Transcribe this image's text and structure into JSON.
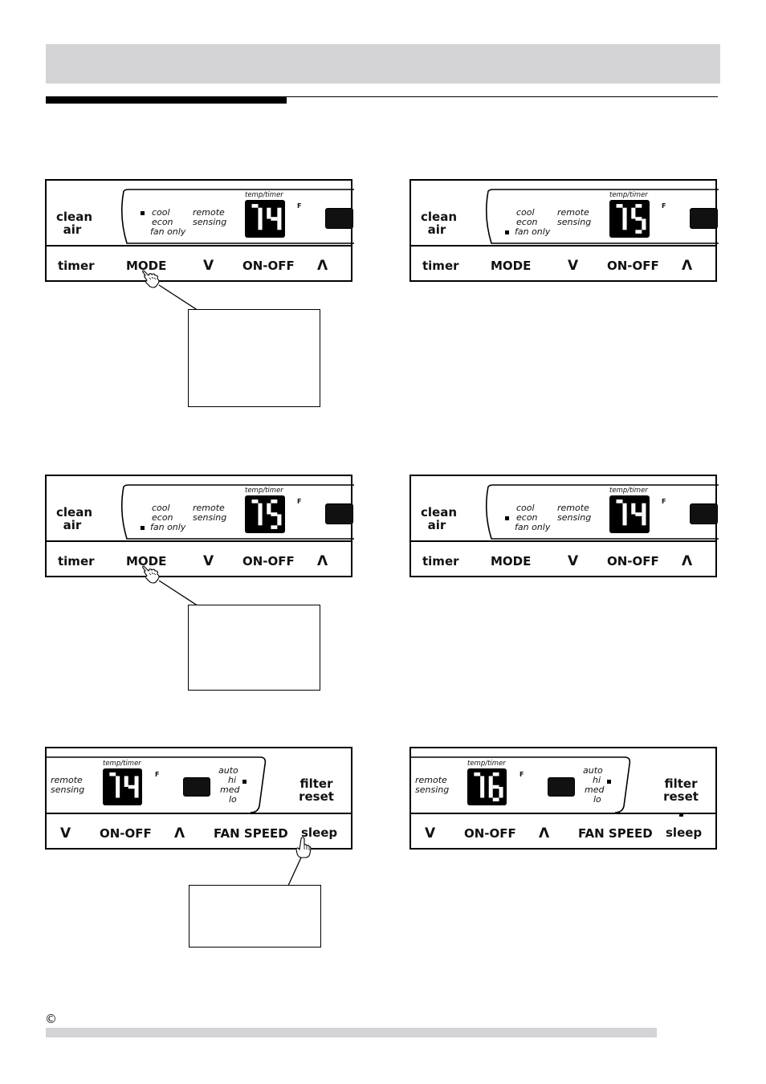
{
  "footer": {
    "copyright_symbol": "©"
  },
  "panels": {
    "p1": {
      "clean": "clean",
      "air": "air",
      "timer": "timer",
      "mode": "MODE",
      "down": "V",
      "onoff": "ON-OFF",
      "up": "Λ",
      "cool": "cool",
      "econ": "econ",
      "fan_only": "fan only",
      "remote": "remote",
      "sensing": "sensing",
      "temp_timer": "temp/timer",
      "unit": "F",
      "display": "74",
      "selected_mode": "cool"
    },
    "p2": {
      "clean": "clean",
      "air": "air",
      "timer": "timer",
      "mode": "MODE",
      "down": "V",
      "onoff": "ON-OFF",
      "up": "Λ",
      "cool": "cool",
      "econ": "econ",
      "fan_only": "fan only",
      "remote": "remote",
      "sensing": "sensing",
      "temp_timer": "temp/timer",
      "unit": "F",
      "display": "75",
      "selected_mode": "fan only"
    },
    "p3": {
      "clean": "clean",
      "air": "air",
      "timer": "timer",
      "mode": "MODE",
      "down": "V",
      "onoff": "ON-OFF",
      "up": "Λ",
      "cool": "cool",
      "econ": "econ",
      "fan_only": "fan only",
      "remote": "remote",
      "sensing": "sensing",
      "temp_timer": "temp/timer",
      "unit": "F",
      "display": "75",
      "selected_mode": "fan only"
    },
    "p4": {
      "clean": "clean",
      "air": "air",
      "timer": "timer",
      "mode": "MODE",
      "down": "V",
      "onoff": "ON-OFF",
      "up": "Λ",
      "cool": "cool",
      "econ": "econ",
      "fan_only": "fan only",
      "remote": "remote",
      "sensing": "sensing",
      "temp_timer": "temp/timer",
      "unit": "F",
      "display": "74",
      "selected_mode": "econ"
    },
    "p5": {
      "remote": "remote",
      "sensing": "sensing",
      "temp_timer": "temp/timer",
      "unit": "F",
      "display": "74",
      "auto": "auto",
      "hi": "hi",
      "med": "med",
      "lo": "lo",
      "selected_speed": "hi",
      "filter": "filter",
      "reset": "reset",
      "down": "V",
      "onoff": "ON-OFF",
      "up": "Λ",
      "fan_speed": "FAN SPEED",
      "sleep": "sleep",
      "sleep_on": false
    },
    "p6": {
      "remote": "remote",
      "sensing": "sensing",
      "temp_timer": "temp/timer",
      "unit": "F",
      "display": "76",
      "auto": "auto",
      "hi": "hi",
      "med": "med",
      "lo": "lo",
      "selected_speed": "hi",
      "filter": "filter",
      "reset": "reset",
      "down": "V",
      "onoff": "ON-OFF",
      "up": "Λ",
      "fan_speed": "FAN SPEED",
      "sleep": "sleep",
      "sleep_on": true
    }
  }
}
